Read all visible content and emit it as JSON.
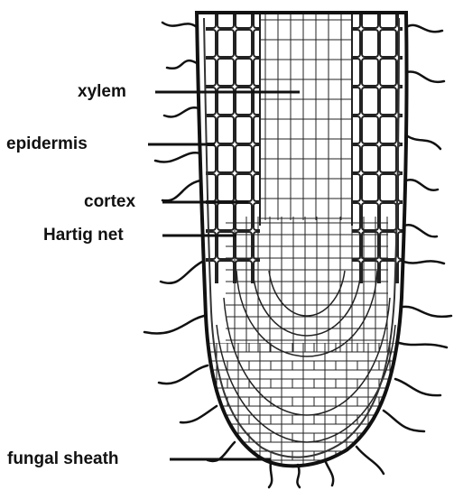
{
  "labels": {
    "xylem": "xylem",
    "epidermis": "epidermis",
    "cortex": "cortex",
    "hartig_net": "Hartig net",
    "fungal_sheath": "fungal sheath"
  },
  "colors": {
    "ink": "#111111",
    "background": "#ffffff"
  }
}
